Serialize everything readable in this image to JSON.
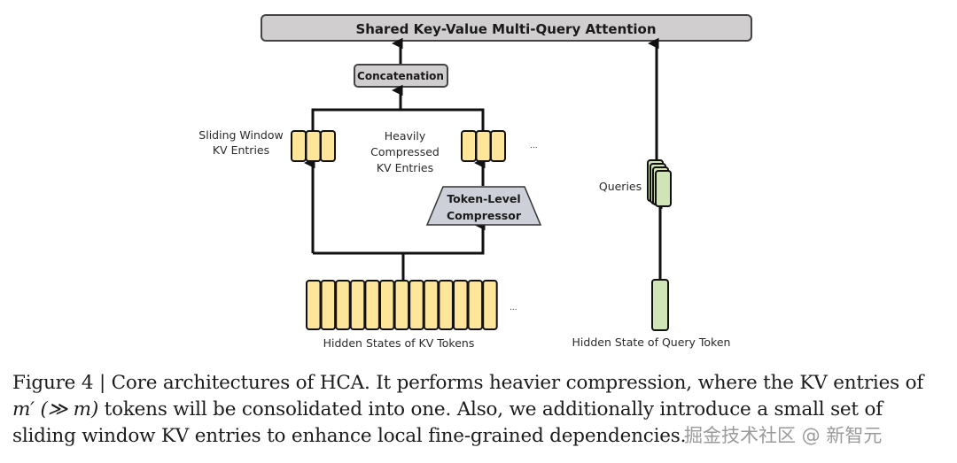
{
  "diagram": {
    "attention_block": {
      "label": "Shared Key-Value Multi-Query Attention"
    },
    "concat_block": {
      "label": "Concatenation"
    },
    "sliding_window": {
      "label_line1": "Sliding Window",
      "label_line2": "KV Entries",
      "entry_count": 3
    },
    "compressed": {
      "label_line1": "Heavily",
      "label_line2": "Compressed",
      "label_line3": "KV Entries",
      "entry_count": 3,
      "ellipsis": "..."
    },
    "compressor": {
      "label_line1": "Token-Level",
      "label_line2": "Compressor"
    },
    "kv_tokens": {
      "label": "Hidden States of KV Tokens",
      "token_count": 13,
      "ellipsis": "..."
    },
    "queries": {
      "label": "Queries",
      "stack_count": 4
    },
    "query_token": {
      "label": "Hidden State of Query Token"
    },
    "colors": {
      "kv_fill": "#fde59a",
      "query_fill": "#cfe5b6",
      "block_fill": "#d0cece",
      "compressor_fill": "#cdd0d8",
      "stroke": "#111111"
    }
  },
  "caption": {
    "line1": "Figure 4 | Core architectures of HCA. It performs heavier compression, where the KV entries of",
    "line2_math": "m′ (≫ m)",
    "line2_rest": " tokens will be consolidated into one. Also, we additionally introduce a small set of",
    "line3": "sliding window KV entries to enhance local fine-grained dependencies."
  },
  "watermark": {
    "text": "掘金技术社区 @ 新智元"
  }
}
